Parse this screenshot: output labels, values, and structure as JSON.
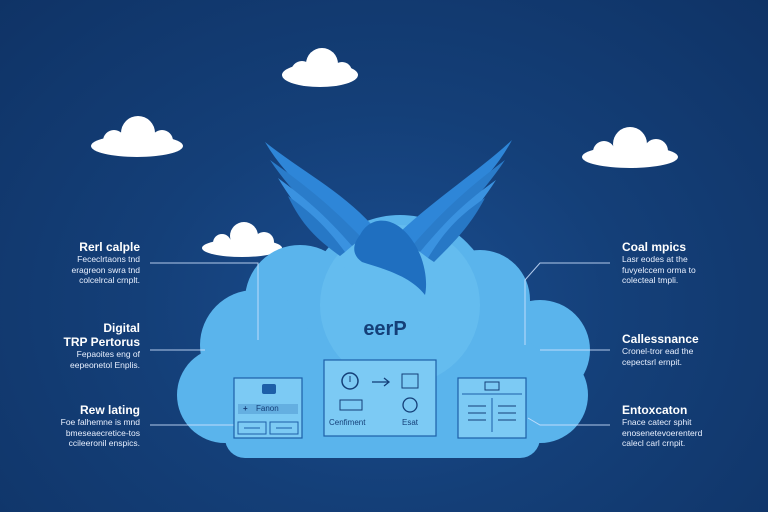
{
  "center": {
    "title": "eerP"
  },
  "left_labels": [
    {
      "title": "Rerl calple",
      "body": [
        "Fececlrtaons tnd",
        "eragreon swra tnd",
        "colcelrcal crnplt."
      ]
    },
    {
      "title": "Digital\nTRP Pertorus",
      "body": [
        "Fepaoites eng of",
        "eepeonetol Enplis."
      ]
    },
    {
      "title": "Rew lating",
      "body": [
        "Foe falhemne is mnd",
        "bmeseaecretice-tos",
        "ccileeronil enspics."
      ]
    }
  ],
  "right_labels": [
    {
      "title": "Coal mpics",
      "body": [
        "Lasr eodes at the",
        "fuvyelccem orma to",
        "colecteal tmpli."
      ]
    },
    {
      "title": "Callessnance",
      "body": [
        "Cronel-tror ead the",
        "cepectsrl ernpit."
      ]
    },
    {
      "title": "Entoxcaton",
      "body": [
        "Fnace catecr sphit",
        "enosenetevoerenterd",
        "calecl carl crnpit."
      ]
    }
  ],
  "panels": {
    "left": {
      "button_label": "Fanon"
    },
    "center": {
      "left_caption": "Cenfiment",
      "right_caption": "Esat"
    }
  },
  "colors": {
    "background": "#133b73",
    "cloud": "#5ab4ec",
    "bird": "#2e86d8",
    "panel": "#7ccaf4"
  }
}
